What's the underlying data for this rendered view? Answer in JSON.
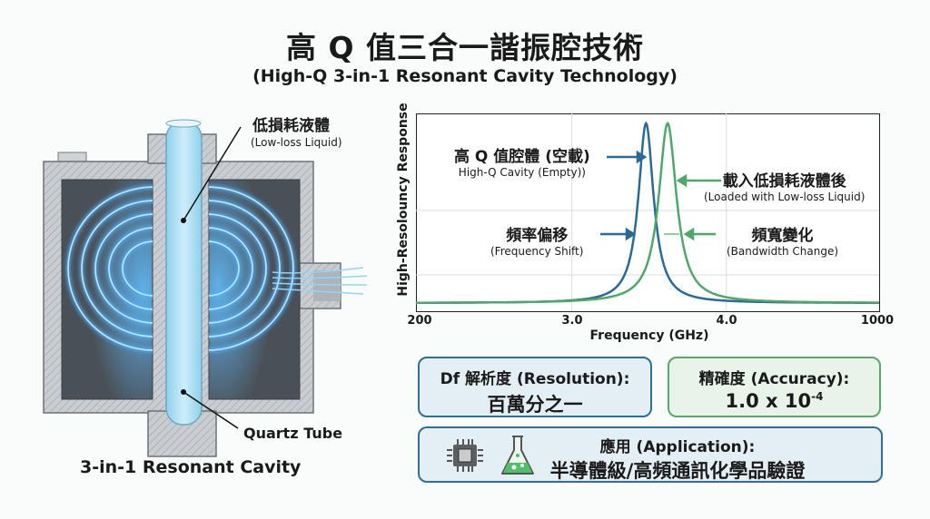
{
  "header": {
    "title": "高 Q 值三合一諧振腔技術",
    "subtitle": "(High-Q 3-in-1 Resonant Cavity Technology)"
  },
  "diagram": {
    "liquid_label_zh": "低損耗液體",
    "liquid_label_en": "(Low-loss Liquid)",
    "tube_label": "Quartz Tube",
    "caption": "3-in-1 Resonant Cavity"
  },
  "chart_data": {
    "type": "line",
    "xlabel": "Frequency (GHz)",
    "ylabel": "High-Resolouncy Response",
    "xlim": [
      1.99,
      4.99
    ],
    "ylim": [
      0,
      1.05
    ],
    "x_ticks": [
      2,
      3,
      4,
      5
    ],
    "x_tick_labels": [
      "200",
      "3.0",
      "4.0",
      "1000"
    ],
    "grid": true,
    "series": [
      {
        "name": "High-Q Cavity (Empty)",
        "type": "lorentzian",
        "center": 3.48,
        "halfwidth": 0.06,
        "peak": 1.0,
        "color": "#2a6a96"
      },
      {
        "name": "Loaded with Low-loss Liquid",
        "type": "lorentzian",
        "center": 3.62,
        "halfwidth": 0.07,
        "peak": 1.0,
        "color": "#4fa86a"
      }
    ],
    "annotations": {
      "empty_zh": "高 Q 值腔體 (空載)",
      "empty_en": "High-Q Cavity (Empty))",
      "loaded_zh": "載入低損耗液體後",
      "loaded_en": "(Loaded with Low-loss Liquid)",
      "shift_zh": "頻率偏移",
      "shift_en": "(Frequency Shift)",
      "bw_zh": "頻寬變化",
      "bw_en": "(Bandwidth Change)"
    }
  },
  "metrics": {
    "resolution_label": "Df 解析度 (Resolution):",
    "resolution_value": "百萬分之一",
    "accuracy_label": "精確度 (Accuracy):",
    "accuracy_value_base": "1.0 x 10",
    "accuracy_value_exp": "-4",
    "application_label": "應用 (Application):",
    "application_value": "半導體級/高頻通訊化學品驗證"
  },
  "colors": {
    "blue": "#2a6a96",
    "green": "#4fa86a",
    "box_blue_bg": "#e4eef5",
    "box_green_bg": "#e8f3e9"
  }
}
